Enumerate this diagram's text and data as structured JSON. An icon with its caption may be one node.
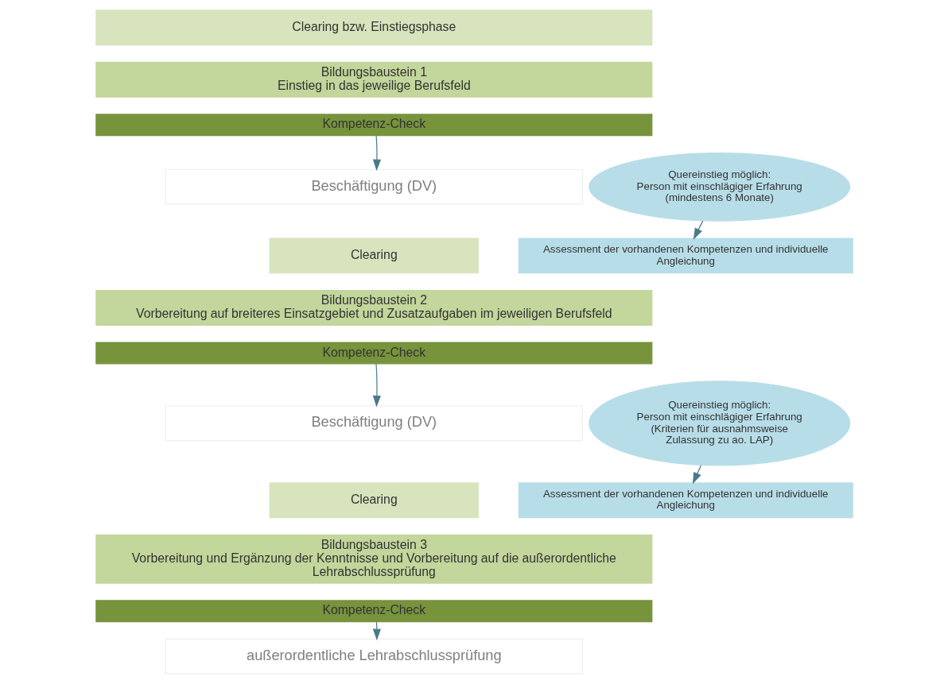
{
  "diagram": {
    "nodes": [
      {
        "text": [
          "Clearing bzw. Einstiegsphase"
        ]
      },
      {
        "text": [
          "Bildungsbaustein 1",
          "Einstieg in das jeweilige Berufsfeld"
        ]
      },
      {
        "text": [
          "Kompetenz-Check"
        ]
      },
      {
        "text": [
          "Beschäftigung (DV)"
        ]
      },
      {
        "text": [
          "Clearing"
        ]
      },
      {
        "text": [
          "Assessment der vorhandenen Kompetenzen und individuelle Angleichung"
        ]
      },
      {
        "text": [
          "Quereinstieg möglich:",
          "Person mit einschlägiger Erfahrung (mindestens 6 Monate)"
        ]
      },
      {
        "text": [
          "Bildungsbaustein 2",
          "Vorbereitung auf breiteres Einsatzgebiet und Zusatzaufgaben im jeweiligen Berufsfeld"
        ]
      },
      {
        "text": [
          "Kompetenz-Check"
        ]
      },
      {
        "text": [
          "Beschäftigung (DV)"
        ]
      },
      {
        "text": [
          "Clearing"
        ]
      },
      {
        "text": [
          "Assessment der vorhandenen Kompetenzen und individuelle Angleichung"
        ]
      },
      {
        "text": [
          "Quereinstieg möglich:",
          "Person mit einschlägiger Erfahrung (Kriterien für ausnahmsweise Zulassung zu ao. LAP)"
        ]
      },
      {
        "text": [
          "Bildungsbaustein 3",
          "Vorbereitung und Ergänzung der Kenntnisse und Vorbereitung auf die außerordentliche Lehrabschlussprüfung"
        ]
      },
      {
        "text": [
          "Kompetenz-Check"
        ]
      },
      {
        "text": [
          "außerordentliche Lehrabschlussprüfung"
        ]
      }
    ],
    "edges": [
      {
        "from": 2,
        "to": 3,
        "arrow": "to"
      },
      {
        "from": 6,
        "to": 5,
        "arrow": "to"
      },
      {
        "from": 8,
        "to": 9,
        "arrow": "to"
      },
      {
        "from": 12,
        "to": 11,
        "arrow": "to"
      },
      {
        "from": 14,
        "to": 15,
        "arrow": "to"
      }
    ]
  }
}
